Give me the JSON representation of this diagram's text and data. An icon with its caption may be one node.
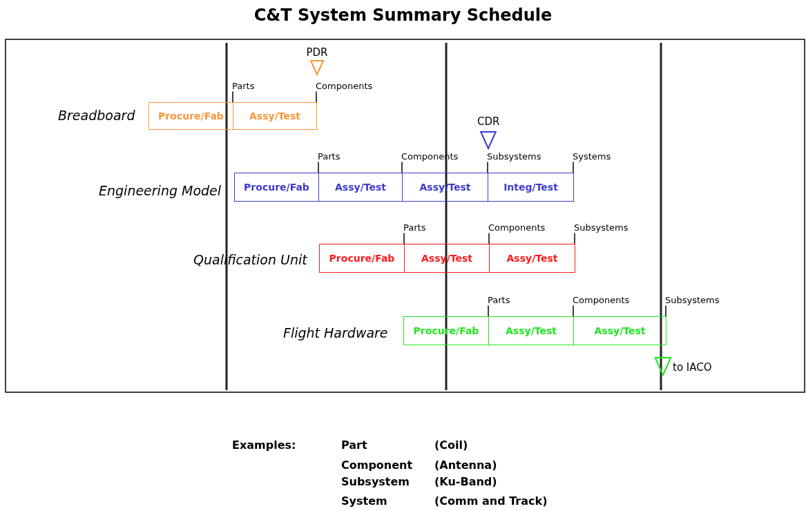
{
  "diagram": {
    "title": "C&T System Summary Schedule",
    "nodes": [
      {
        "text": [
          "Procure/Fab"
        ],
        "beside": [
          "Parts"
        ]
      },
      {
        "text": [
          "Assy/Test"
        ],
        "beside": [
          "Components"
        ]
      },
      {
        "text": [
          "Procure/Fab"
        ],
        "beside": [
          "Parts"
        ]
      },
      {
        "text": [
          "Assy/Test"
        ],
        "beside": [
          "Components"
        ]
      },
      {
        "text": [
          "Assy/Test"
        ],
        "beside": [
          "Subsystems"
        ]
      },
      {
        "text": [
          "Integ/Test"
        ],
        "beside": [
          "Systems"
        ]
      },
      {
        "text": [
          "Procure/Fab"
        ],
        "beside": [
          "Parts"
        ]
      },
      {
        "text": [
          "Assy/Test"
        ],
        "beside": [
          "Components"
        ]
      },
      {
        "text": [
          "Assy/Test"
        ],
        "beside": [
          "Subsystems"
        ]
      },
      {
        "text": [
          "Procure/Fab"
        ],
        "beside": [
          "Parts"
        ]
      },
      {
        "text": [
          "Assy/Test"
        ],
        "beside": [
          "Components"
        ]
      },
      {
        "text": [
          "Assy/Test"
        ],
        "beside": [
          "Subsystems"
        ]
      }
    ],
    "edges": [],
    "labels": [
      "PDR",
      "Breadboard",
      "CDR",
      "Engineering Model",
      "Qualification Unit",
      "Flight Hardware",
      "to IACO",
      "Examples:",
      "Part",
      "(Coil)",
      "Component",
      "(Antenna)",
      "Subsystem",
      "(Ku-Band)",
      "System",
      "(Comm and Track)"
    ]
  }
}
